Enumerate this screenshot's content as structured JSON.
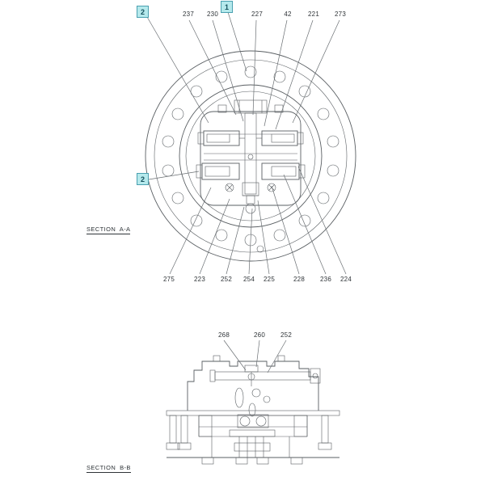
{
  "colors": {
    "line": "#5a5f63",
    "leader": "#6a6f73",
    "text": "#2f3438",
    "callout-bg": "#b5e9ec",
    "callout-border": "#4aa0b0",
    "callout-text": "#14505c"
  },
  "section_a": {
    "title": "SECTION  A-A",
    "boxed": [
      "2",
      "1",
      "2"
    ],
    "top_callouts": [
      "237",
      "230",
      "227",
      "42",
      "221",
      "273"
    ],
    "bottom_callouts": [
      "275",
      "223",
      "252",
      "254",
      "225",
      "228",
      "236",
      "224"
    ]
  },
  "section_b": {
    "title": "SECTION  B-B",
    "callouts": [
      "268",
      "260",
      "252"
    ]
  }
}
